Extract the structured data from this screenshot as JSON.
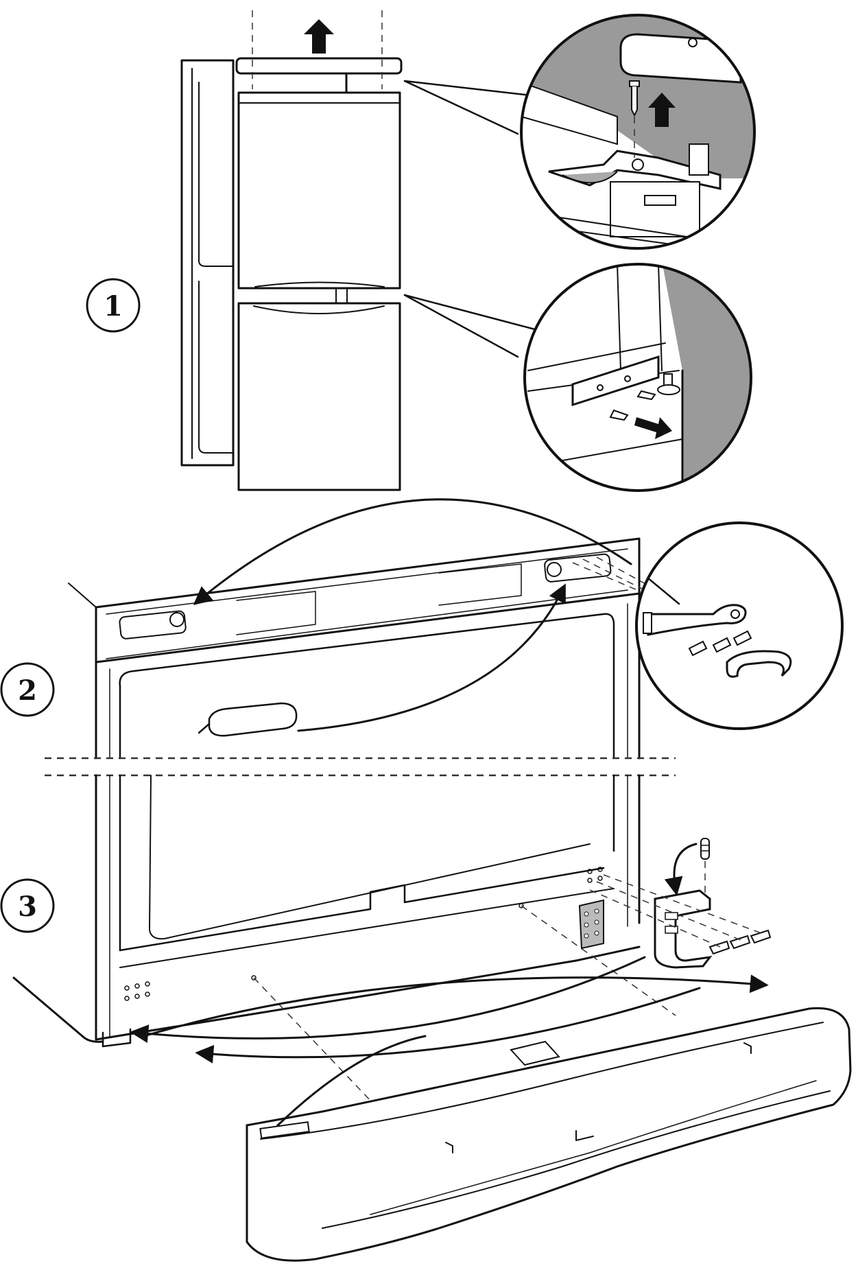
{
  "diagram": {
    "steps": [
      {
        "number": "1"
      },
      {
        "number": "2"
      },
      {
        "number": "3"
      }
    ],
    "colors": {
      "line": "#111111",
      "shade": "#9a9a9a",
      "background": "#ffffff"
    },
    "icons": [
      "arrow-up-icon",
      "screw-icon",
      "hinge-icon",
      "pin-icon",
      "arrow-curved-icon"
    ]
  }
}
